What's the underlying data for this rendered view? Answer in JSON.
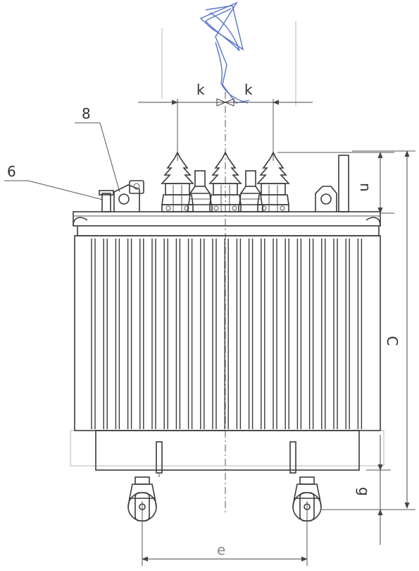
{
  "labels": {
    "item_8": "8",
    "item_6": "6",
    "dim_k_left": "k",
    "dim_k_right": "k",
    "dim_n": "n",
    "dim_C": "C",
    "dim_g": "g",
    "dim_e": "e"
  },
  "colors": {
    "line": "#3a3a3a",
    "signature": "#5a74c8",
    "background": "#ffffff"
  }
}
